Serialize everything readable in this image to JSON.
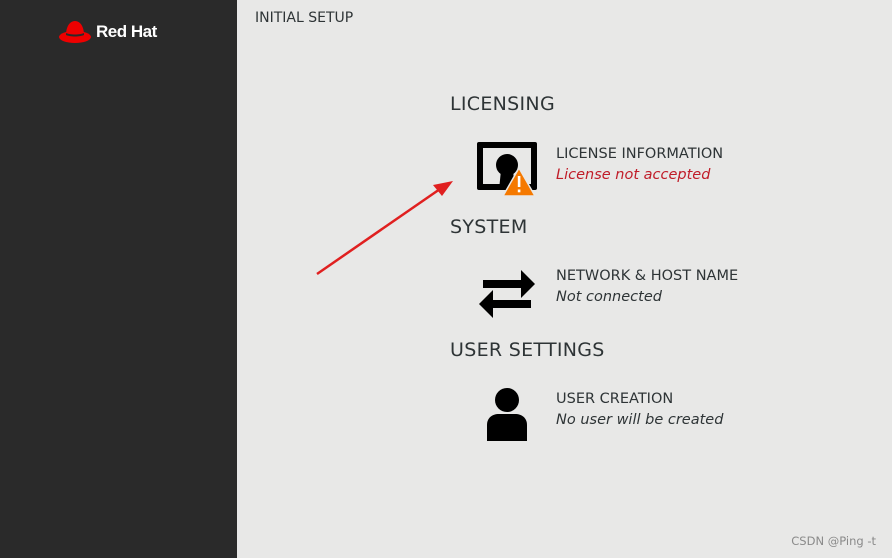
{
  "sidebar": {
    "logo_text": "Red Hat"
  },
  "header": {
    "title": "INITIAL SETUP"
  },
  "sections": [
    {
      "title": "LICENSING",
      "spokes": [
        {
          "title": "LICENSE INFORMATION",
          "status": "License not accepted",
          "icon": "license-icon",
          "warning": true
        }
      ]
    },
    {
      "title": "SYSTEM",
      "spokes": [
        {
          "title": "NETWORK & HOST NAME",
          "status": "Not connected",
          "icon": "network-icon",
          "warning": false
        }
      ]
    },
    {
      "title": "USER SETTINGS",
      "spokes": [
        {
          "title": "USER CREATION",
          "status": "No user will be created",
          "icon": "user-icon",
          "warning": false
        }
      ]
    }
  ],
  "colors": {
    "sidebar_bg": "#2a2a2a",
    "main_bg": "#e8e8e7",
    "brand_red": "#ee0000",
    "warning_orange": "#f57900",
    "warning_text": "#c01c28",
    "annotation_arrow": "#e02020"
  },
  "watermark": "CSDN @Ping -t"
}
